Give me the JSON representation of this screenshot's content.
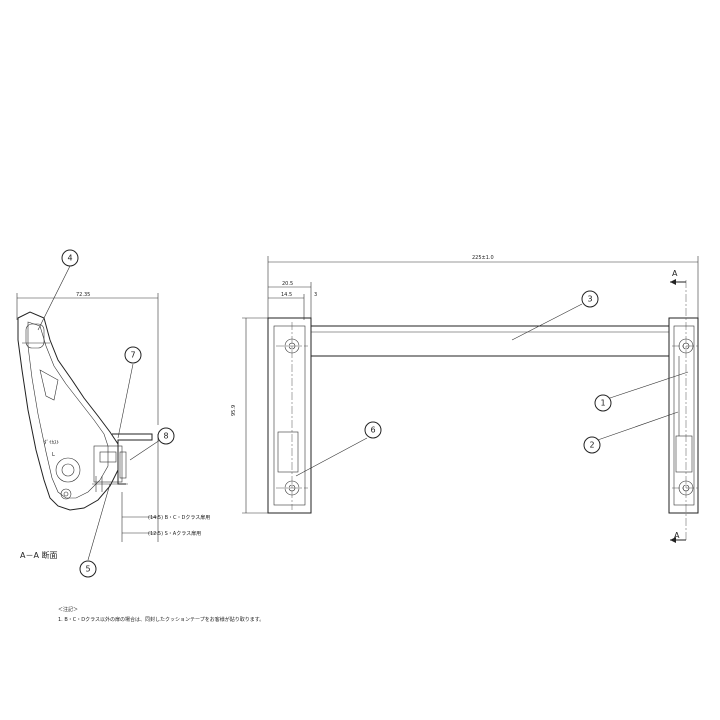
{
  "callouts": [
    "1",
    "2",
    "3",
    "4",
    "5",
    "6",
    "7",
    "8"
  ],
  "dimensions": {
    "overall_width": "225±1.0",
    "bracket_width": "20.5",
    "hole_offset": "14.5",
    "edge_gap": "3",
    "height": "95.9",
    "section_depth": "72.35",
    "dim_class_bcd": "(14.5)  B・C・Dクラス扉用",
    "dim_class_sa": "(12.5)  S・Aクラス扉用"
  },
  "section_marks": {
    "top": "A",
    "bottom": "A"
  },
  "section_title": "A－A  断面",
  "inner_label": "ﾀﾞｲｶｽﾄ",
  "inner_label_2": "L",
  "notes": {
    "heading": "＜注記＞",
    "line1": "1. B・C・Dクラス以外の扉の場合は、同封したクッションテープをお客様が貼り取ります。"
  }
}
